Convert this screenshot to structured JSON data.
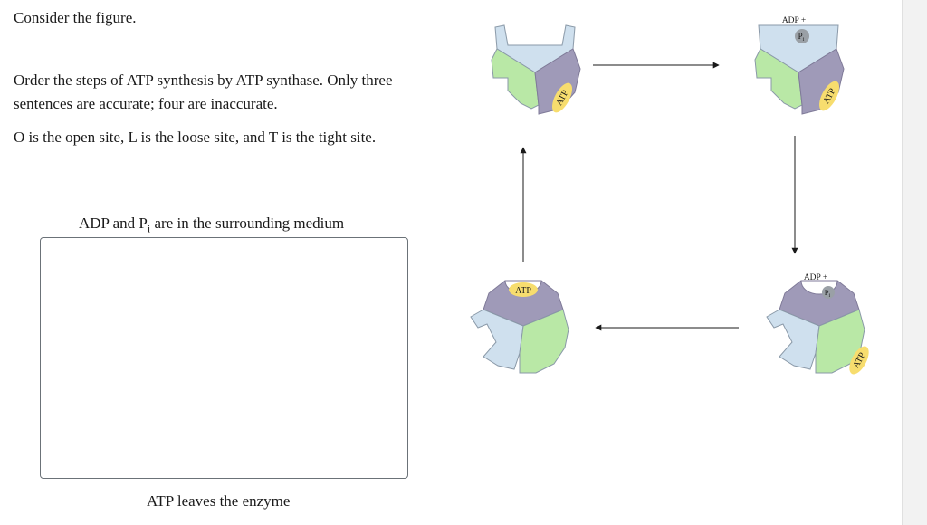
{
  "question": {
    "intro": "Consider the figure.",
    "line1": "Order the steps of ATP synthesis by ATP synthase. Only three",
    "line2": "sentences are accurate; four are inaccurate.",
    "note": "O is the open site, L is the loose site, and T is the tight site."
  },
  "ordering": {
    "top_label_main": "ADP and P",
    "top_label_sub": "i",
    "top_label_rest": " are in the surrounding medium",
    "bottom_label": "ATP leaves the enzyme"
  },
  "figure": {
    "atp": "ATP",
    "adp_plus": "ADP +",
    "pi_main": "P",
    "pi_sub": "i"
  },
  "colors": {
    "blue_subunit": "#cfe0ee",
    "green_subunit": "#b9e8a6",
    "purple_subunit": "#9f9ab8",
    "atp_badge": "#f7dd6e",
    "pi_ball": "#9aa0a6",
    "drop_zone_border": "#6b7278"
  }
}
